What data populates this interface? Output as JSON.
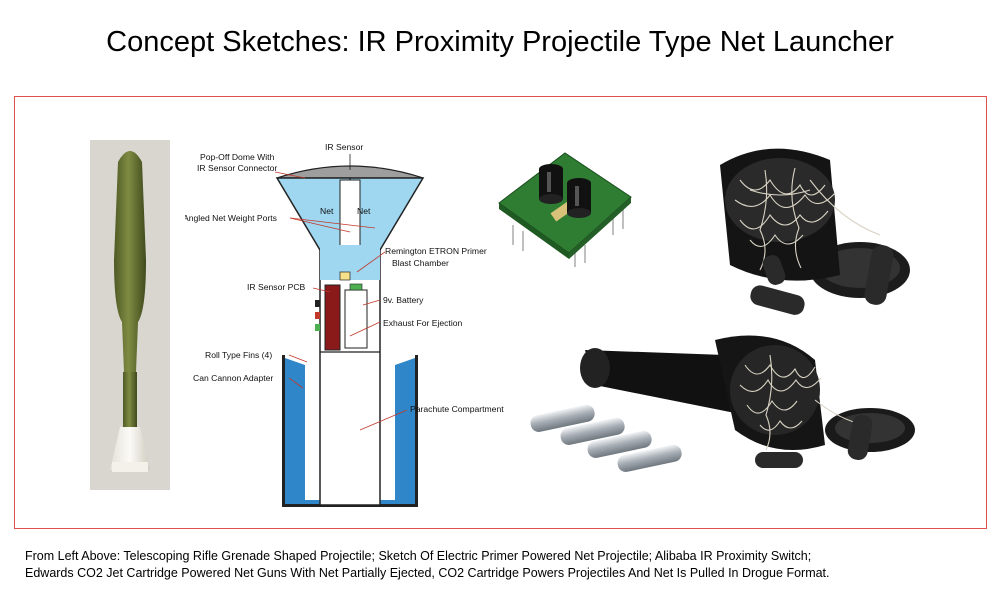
{
  "title": "Concept Sketches:  IR Proximity Projectile Type Net Launcher",
  "diagram": {
    "labels": {
      "ir_sensor": "IR Sensor",
      "pop_off_dome_1": "Pop-Off Dome With",
      "pop_off_dome_2": "IR Sensor Connector",
      "net_left": "Net",
      "net_right": "Net",
      "angled_ports": "Angled Net Weight Ports",
      "primer_1": "Remington ETRON Primer",
      "primer_2": "Blast Chamber",
      "ir_pcb": "IR Sensor PCB",
      "battery": "9v. Battery",
      "exhaust": "Exhaust For Ejection",
      "roll_fins": "Roll Type Fins (4)",
      "can_adapter": "Can Cannon Adapter",
      "parachute": "Parachute Compartment"
    }
  },
  "caption": {
    "line1": "From Left Above:  Telescoping Rifle Grenade Shaped Projectile;  Sketch Of Electric Primer Powered Net Projectile;  Alibaba IR Proximity Switch;",
    "line2": "Edwards CO2 Jet Cartridge Powered Net Guns With Net Partially Ejected, CO2 Cartridge Powers Projectiles And Net Is Pulled In Drogue Format."
  }
}
